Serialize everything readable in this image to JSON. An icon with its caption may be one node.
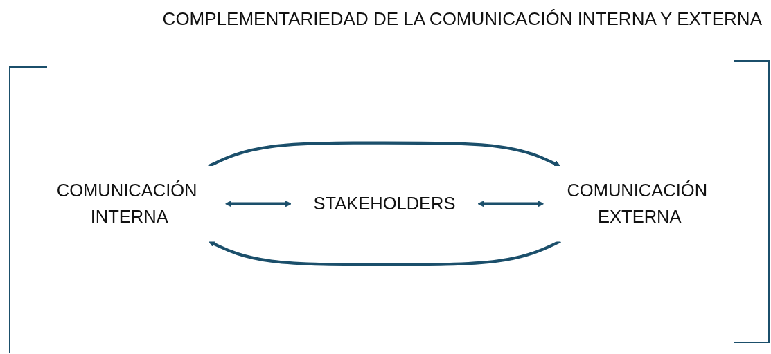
{
  "diagram": {
    "title": "COMPLEMENTARIEDAD DE LA COMUNICACIÓN INTERNA Y EXTERNA",
    "nodes": [
      {
        "text": [
          "COMUNICACIÓN INTERNA"
        ]
      },
      {
        "text": [
          "STAKEHOLDERS"
        ]
      },
      {
        "text": [
          "COMUNICACIÓN EXTERNA"
        ]
      }
    ],
    "edges": [
      {
        "from": 0,
        "to": 2,
        "arrow": "to"
      },
      {
        "from": 0,
        "to": 1,
        "arrow": "both"
      },
      {
        "from": 1,
        "to": 2,
        "arrow": "both"
      },
      {
        "from": 2,
        "to": 0,
        "arrow": "to"
      }
    ]
  }
}
